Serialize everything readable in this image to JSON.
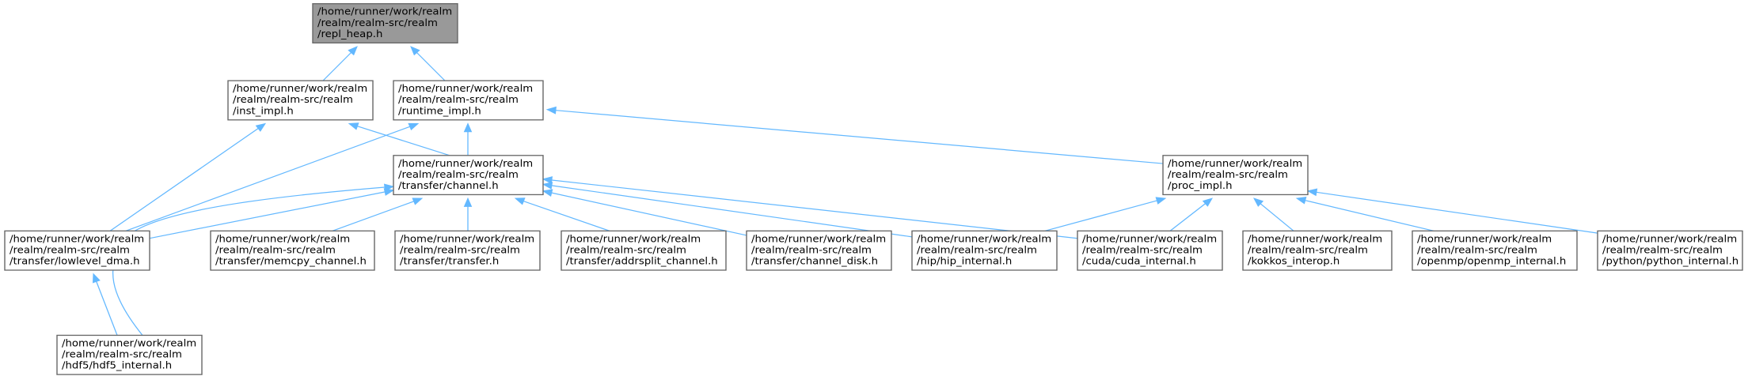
{
  "graph": {
    "edge_color": "#63b8ff",
    "node_border_color": "#666666",
    "root_fill_color": "#999999",
    "nodes": [
      {
        "id": "repl_heap",
        "label": "/home/runner/work/realm\n/realm/realm-src/realm\n/repl_heap.h",
        "highlight": true
      },
      {
        "id": "inst_impl",
        "label": "/home/runner/work/realm\n/realm/realm-src/realm\n/inst_impl.h"
      },
      {
        "id": "runtime_impl",
        "label": "/home/runner/work/realm\n/realm/realm-src/realm\n/runtime_impl.h"
      },
      {
        "id": "channel",
        "label": "/home/runner/work/realm\n/realm/realm-src/realm\n/transfer/channel.h"
      },
      {
        "id": "proc_impl",
        "label": "/home/runner/work/realm\n/realm/realm-src/realm\n/proc_impl.h"
      },
      {
        "id": "lowlevel_dma",
        "label": "/home/runner/work/realm\n/realm/realm-src/realm\n/transfer/lowlevel_dma.h"
      },
      {
        "id": "memcpy_channel",
        "label": "/home/runner/work/realm\n/realm/realm-src/realm\n/transfer/memcpy_channel.h"
      },
      {
        "id": "transfer",
        "label": "/home/runner/work/realm\n/realm/realm-src/realm\n/transfer/transfer.h"
      },
      {
        "id": "addrsplit_channel",
        "label": "/home/runner/work/realm\n/realm/realm-src/realm\n/transfer/addrsplit_channel.h"
      },
      {
        "id": "channel_disk",
        "label": "/home/runner/work/realm\n/realm/realm-src/realm\n/transfer/channel_disk.h"
      },
      {
        "id": "hip_internal",
        "label": "/home/runner/work/realm\n/realm/realm-src/realm\n/hip/hip_internal.h"
      },
      {
        "id": "cuda_internal",
        "label": "/home/runner/work/realm\n/realm/realm-src/realm\n/cuda/cuda_internal.h"
      },
      {
        "id": "kokkos_interop",
        "label": "/home/runner/work/realm\n/realm/realm-src/realm\n/kokkos_interop.h"
      },
      {
        "id": "openmp_internal",
        "label": "/home/runner/work/realm\n/realm/realm-src/realm\n/openmp/openmp_internal.h"
      },
      {
        "id": "python_internal",
        "label": "/home/runner/work/realm\n/realm/realm-src/realm\n/python/python_internal.h"
      },
      {
        "id": "hdf5_internal",
        "label": "/home/runner/work/realm\n/realm/realm-src/realm\n/hdf5/hdf5_internal.h"
      }
    ],
    "edges": [
      {
        "from": "inst_impl",
        "to": "repl_heap"
      },
      {
        "from": "runtime_impl",
        "to": "repl_heap"
      },
      {
        "from": "lowlevel_dma",
        "to": "inst_impl"
      },
      {
        "from": "channel",
        "to": "inst_impl"
      },
      {
        "from": "channel",
        "to": "runtime_impl"
      },
      {
        "from": "lowlevel_dma",
        "to": "runtime_impl"
      },
      {
        "from": "proc_impl",
        "to": "runtime_impl"
      },
      {
        "from": "lowlevel_dma",
        "to": "channel"
      },
      {
        "from": "memcpy_channel",
        "to": "channel"
      },
      {
        "from": "transfer",
        "to": "channel"
      },
      {
        "from": "addrsplit_channel",
        "to": "channel"
      },
      {
        "from": "channel_disk",
        "to": "channel"
      },
      {
        "from": "hip_internal",
        "to": "channel"
      },
      {
        "from": "cuda_internal",
        "to": "channel"
      },
      {
        "from": "hdf5_internal",
        "to": "channel"
      },
      {
        "from": "hdf5_internal",
        "to": "lowlevel_dma"
      },
      {
        "from": "hip_internal",
        "to": "proc_impl"
      },
      {
        "from": "cuda_internal",
        "to": "proc_impl"
      },
      {
        "from": "kokkos_interop",
        "to": "proc_impl"
      },
      {
        "from": "openmp_internal",
        "to": "proc_impl"
      },
      {
        "from": "python_internal",
        "to": "proc_impl"
      }
    ]
  }
}
